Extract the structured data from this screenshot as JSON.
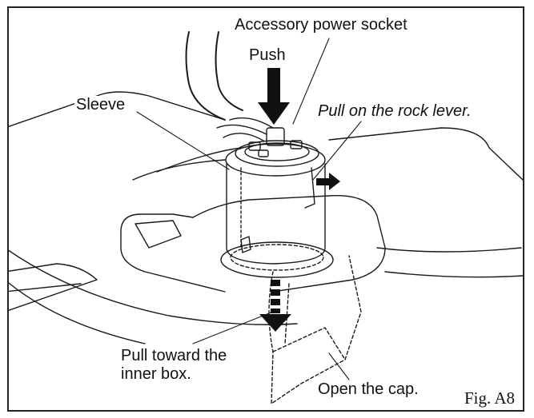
{
  "figure": {
    "label": "Fig. A8"
  },
  "labels": {
    "accessory_socket": "Accessory power socket",
    "push": "Push",
    "sleeve": "Sleeve",
    "pull_rock_lever": "Pull on the rock lever.",
    "pull_toward_line1": "Pull toward the",
    "pull_toward_line2": "inner box.",
    "open_cap": "Open the cap."
  },
  "colors": {
    "line": "#1a1a1a",
    "arrow": "#111111",
    "background": "#ffffff"
  }
}
